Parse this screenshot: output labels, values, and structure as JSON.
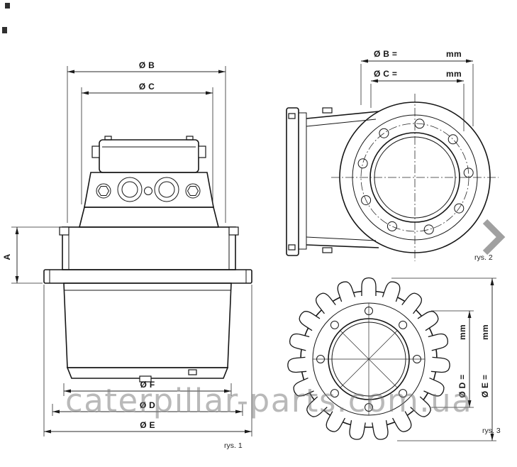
{
  "front_view": {
    "dia_b": "Ø B",
    "dia_c": "Ø C",
    "a": "A",
    "dia_f": "Ø F",
    "dia_d": "Ø D",
    "dia_e": "Ø E",
    "caption": "rys. 1"
  },
  "side_view": {
    "dia_b_label": "Ø B =",
    "dia_b_unit": "mm",
    "dia_c_label": "Ø C =",
    "dia_c_unit": "mm",
    "caption": "rys. 2"
  },
  "sprocket_view": {
    "dia_d_label": "Ø D =",
    "dia_d_unit": "mm",
    "dia_e_label": "Ø E =",
    "dia_e_unit": "mm",
    "caption": "rys. 3"
  },
  "watermark": "caterpillar-parts.com.ua",
  "colors": {
    "line": "#161616",
    "watermark_gray": "#8f8f8f",
    "chevron_gray": "#a0a0a0",
    "background": "#ffffff"
  }
}
